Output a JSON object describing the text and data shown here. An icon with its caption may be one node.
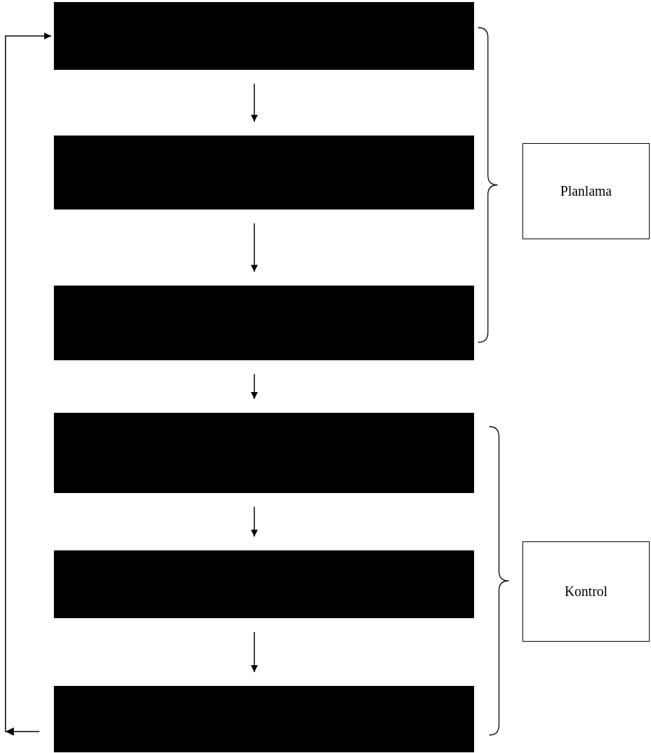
{
  "diagram": {
    "nodes": [
      {
        "text": [],
        "shape": "box"
      },
      {
        "text": [],
        "shape": "box"
      },
      {
        "text": [],
        "shape": "box"
      },
      {
        "text": [],
        "shape": "box"
      },
      {
        "text": [],
        "shape": "box"
      },
      {
        "text": [],
        "shape": "box"
      },
      {
        "text": [
          "Planlama"
        ]
      },
      {
        "text": [
          "Kontrol"
        ]
      }
    ],
    "edges": [
      {
        "from": 0,
        "to": 1,
        "arrow": "to"
      },
      {
        "from": 1,
        "to": 2,
        "arrow": "to"
      },
      {
        "from": 2,
        "to": 3,
        "arrow": "to"
      },
      {
        "from": 3,
        "to": 4,
        "arrow": "to"
      },
      {
        "from": 4,
        "to": 5,
        "arrow": "to"
      },
      {
        "from": 5,
        "to": 0,
        "arrow": "to"
      }
    ]
  }
}
